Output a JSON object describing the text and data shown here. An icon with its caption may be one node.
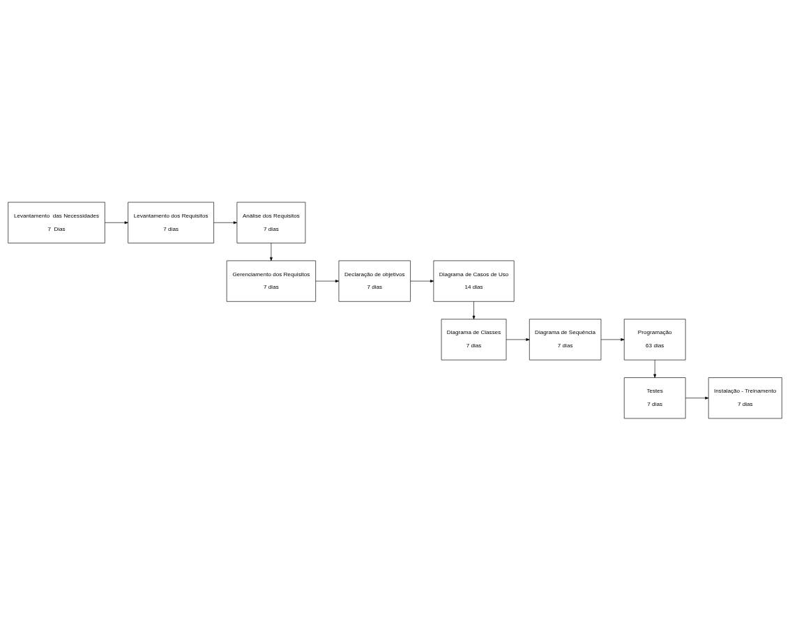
{
  "diagram": {
    "nodes": [
      {
        "text": [
          "Levantamento  das Necessidades",
          "7  Dias"
        ]
      },
      {
        "text": [
          "Levantamento dos Requisitos",
          "7 dias"
        ]
      },
      {
        "text": [
          "Análise dos Requisitos",
          "7 dias"
        ]
      },
      {
        "text": [
          "Gerenciamento dos Requisitos",
          "7 dias"
        ]
      },
      {
        "text": [
          "Declaração de objetivos",
          "7 dias"
        ]
      },
      {
        "text": [
          "Diagrama de Casos de Uso",
          "14 dias"
        ]
      },
      {
        "text": [
          "Diagrama de Classes",
          "7 dias"
        ]
      },
      {
        "text": [
          "Diagrama de Sequência",
          "7 dias"
        ]
      },
      {
        "text": [
          "Programação",
          "63 dias"
        ]
      },
      {
        "text": [
          "Testes",
          "7 dias"
        ]
      },
      {
        "text": [
          "Instalação - Treinamento",
          "7 dias"
        ]
      }
    ],
    "edges": [
      {
        "from": 0,
        "to": 1,
        "arrow": "to"
      },
      {
        "from": 1,
        "to": 2,
        "arrow": "to"
      },
      {
        "from": 2,
        "to": 3,
        "arrow": "to"
      },
      {
        "from": 3,
        "to": 4,
        "arrow": "to"
      },
      {
        "from": 4,
        "to": 5,
        "arrow": "to"
      },
      {
        "from": 5,
        "to": 6,
        "arrow": "to"
      },
      {
        "from": 6,
        "to": 7,
        "arrow": "to"
      },
      {
        "from": 7,
        "to": 8,
        "arrow": "to"
      },
      {
        "from": 8,
        "to": 9,
        "arrow": "to"
      },
      {
        "from": 9,
        "to": 10,
        "arrow": "to"
      }
    ]
  }
}
